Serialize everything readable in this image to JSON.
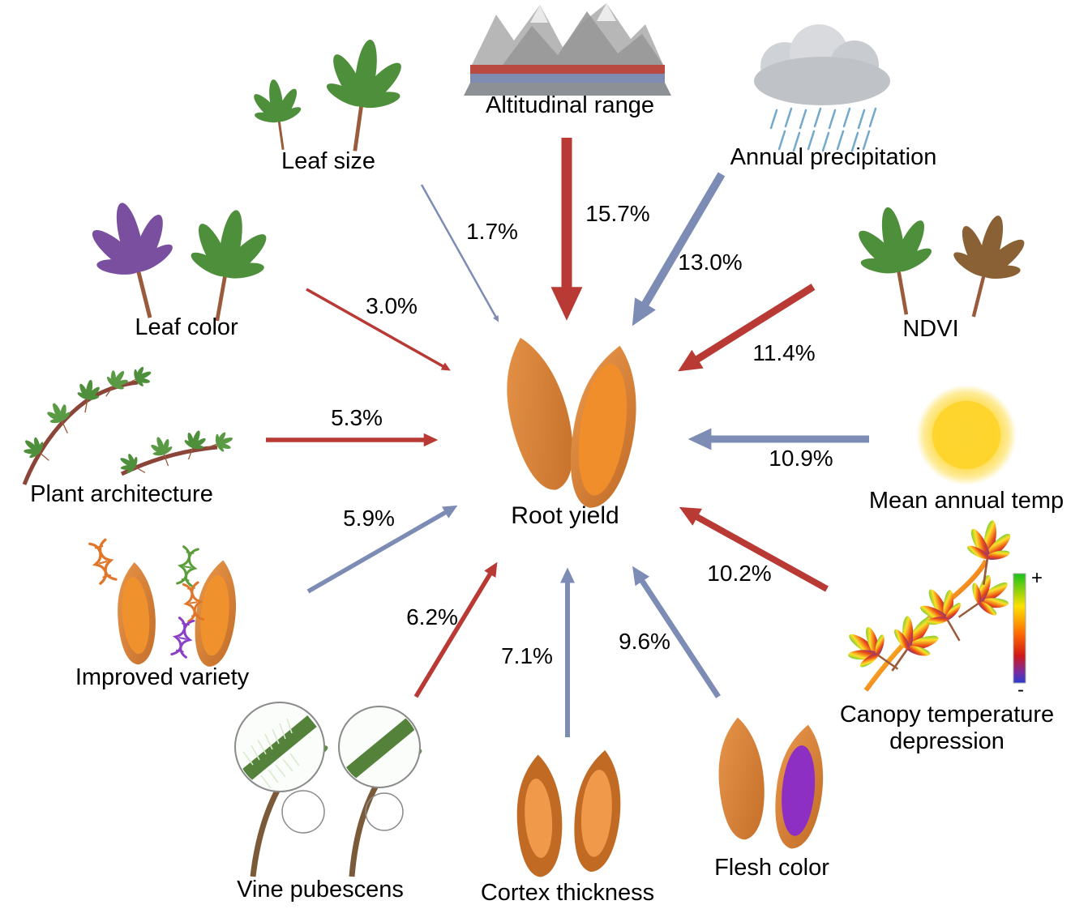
{
  "center": {
    "label": "Root yield"
  },
  "factors": [
    {
      "id": "leaf-size",
      "label": "Leaf size",
      "percent": "1.7%",
      "value": 1.7,
      "arrow": "blue"
    },
    {
      "id": "altitudinal-range",
      "label": "Altitudinal range",
      "percent": "15.7%",
      "value": 15.7,
      "arrow": "red"
    },
    {
      "id": "annual-precipitation",
      "label": "Annual precipitation",
      "percent": "13.0%",
      "value": 13.0,
      "arrow": "blue"
    },
    {
      "id": "ndvi",
      "label": "NDVI",
      "percent": "11.4%",
      "value": 11.4,
      "arrow": "red"
    },
    {
      "id": "mean-annual-temp",
      "label": "Mean annual temp",
      "percent": "10.9%",
      "value": 10.9,
      "arrow": "blue"
    },
    {
      "id": "canopy-temperature-depression",
      "label": "Canopy temperature depression",
      "percent": "10.2%",
      "value": 10.2,
      "arrow": "red"
    },
    {
      "id": "flesh-color",
      "label": "Flesh color",
      "percent": "9.6%",
      "value": 9.6,
      "arrow": "blue"
    },
    {
      "id": "cortex-thickness",
      "label": "Cortex thickness",
      "percent": "7.1%",
      "value": 7.1,
      "arrow": "blue"
    },
    {
      "id": "vine-pubescens",
      "label": "Vine pubescens",
      "percent": "6.2%",
      "value": 6.2,
      "arrow": "red"
    },
    {
      "id": "improved-variety",
      "label": "Improved variety",
      "percent": "5.9%",
      "value": 5.9,
      "arrow": "blue"
    },
    {
      "id": "plant-architecture",
      "label": "Plant architecture",
      "percent": "5.3%",
      "value": 5.3,
      "arrow": "red"
    },
    {
      "id": "leaf-color",
      "label": "Leaf color",
      "percent": "3.0%",
      "value": 3.0,
      "arrow": "red"
    }
  ],
  "colors": {
    "red_arrow": "#b93a34",
    "blue_arrow": "#7c8cb4"
  },
  "colorbar": {
    "plus": "+",
    "minus": "-"
  }
}
